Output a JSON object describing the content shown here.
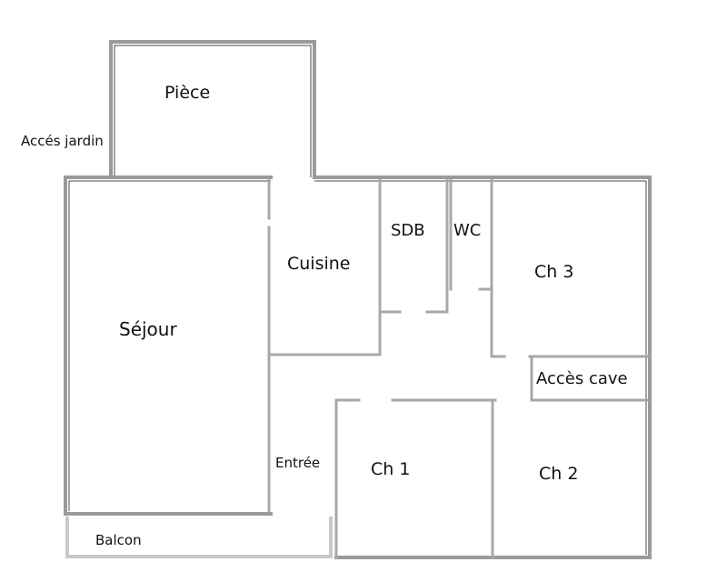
{
  "rooms": {
    "piece": "Pièce",
    "acces_jardin": "Accés jardin",
    "sejour": "Séjour",
    "cuisine": "Cuisine",
    "sdb": "SDB",
    "wc": "WC",
    "ch3": "Ch 3",
    "acces_cave": "Accès cave",
    "entree": "Entrée",
    "ch1": "Ch 1",
    "ch2": "Ch 2",
    "balcon": "Balcon"
  }
}
